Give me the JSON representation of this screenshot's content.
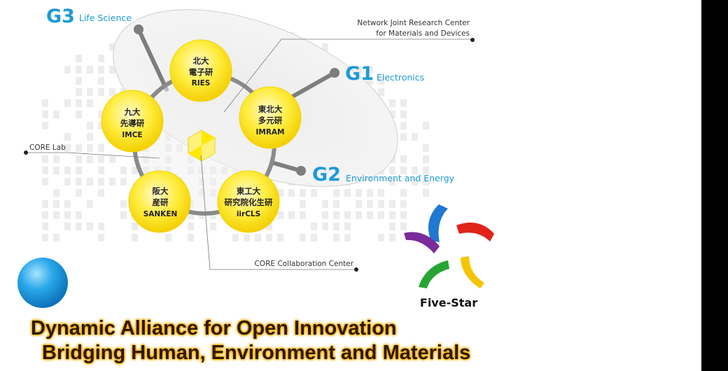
{
  "groups": [
    {
      "id": "g3",
      "code": "G3",
      "name": "Life Science"
    },
    {
      "id": "g1",
      "code": "G1",
      "name": "Electronics"
    },
    {
      "id": "g2",
      "code": "G2",
      "name": "Environment and Energy"
    }
  ],
  "institutes": [
    {
      "id": "ries",
      "line1": "北大",
      "line2": "電子研",
      "abbr": "RIES"
    },
    {
      "id": "imram",
      "line1": "東北大",
      "line2": "多元研",
      "abbr": "IMRAM"
    },
    {
      "id": "imce",
      "line1": "九大",
      "line2": "先導研",
      "abbr": "IMCE"
    },
    {
      "id": "sanken",
      "line1": "阪大",
      "line2": "産研",
      "abbr": "SANKEN"
    },
    {
      "id": "iircls",
      "line1": "東工大",
      "line2": "研究院化生研",
      "abbr": "iirCLS"
    }
  ],
  "callouts": {
    "network_line1": "Network Joint Research Center",
    "network_line2": "for Materials and Devices",
    "core_lab": "CORE Lab",
    "core_collab": "CORE Collaboration Center"
  },
  "brand": {
    "name": "Five-Star"
  },
  "tagline": {
    "line1": "Dynamic Alliance for Open Innovation",
    "line2": "Bridging Human, Environment and Materials"
  },
  "colors": {
    "accent_blue": "#1d9ad6",
    "node_yellow": "#ffe533",
    "ring_gray": "#8a8a8a",
    "tagline_glow": "#ffb000"
  }
}
